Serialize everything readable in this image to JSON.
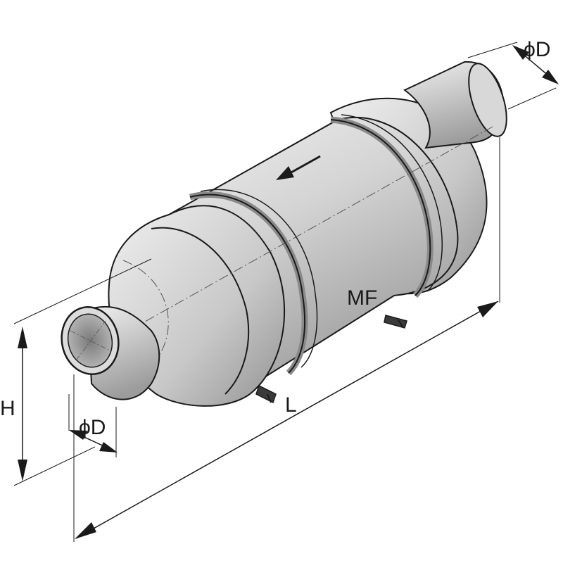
{
  "labels": {
    "diameter_outlet": "ϕD",
    "diameter_inlet": "ϕD",
    "height": "H",
    "length": "L",
    "body_marking": "MF"
  },
  "colors": {
    "metal_light": "#e6e6e6",
    "metal_mid": "#b8b8b8",
    "metal_dark": "#8a8a8a",
    "line": "#1a1a1a"
  }
}
